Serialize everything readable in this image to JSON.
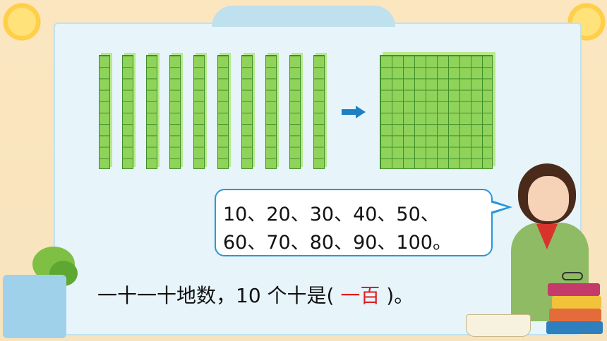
{
  "bubble": {
    "line1": "10、20、30、40、50、",
    "line2": "60、70、80、90、100。"
  },
  "sentence": {
    "prefix": "一十一十地数，10 个十是(",
    "answer": "一百",
    "suffix": ")。"
  },
  "colors": {
    "cube_fill": "#8fd35a",
    "cube_line": "#3f8f2a",
    "arrow": "#1e7fc2",
    "bubble_border": "#2a97d8",
    "answer": "#e01d1d",
    "panel_bg": "#e7f4fa"
  },
  "icons": {
    "arrow": "arrow-right-icon"
  }
}
